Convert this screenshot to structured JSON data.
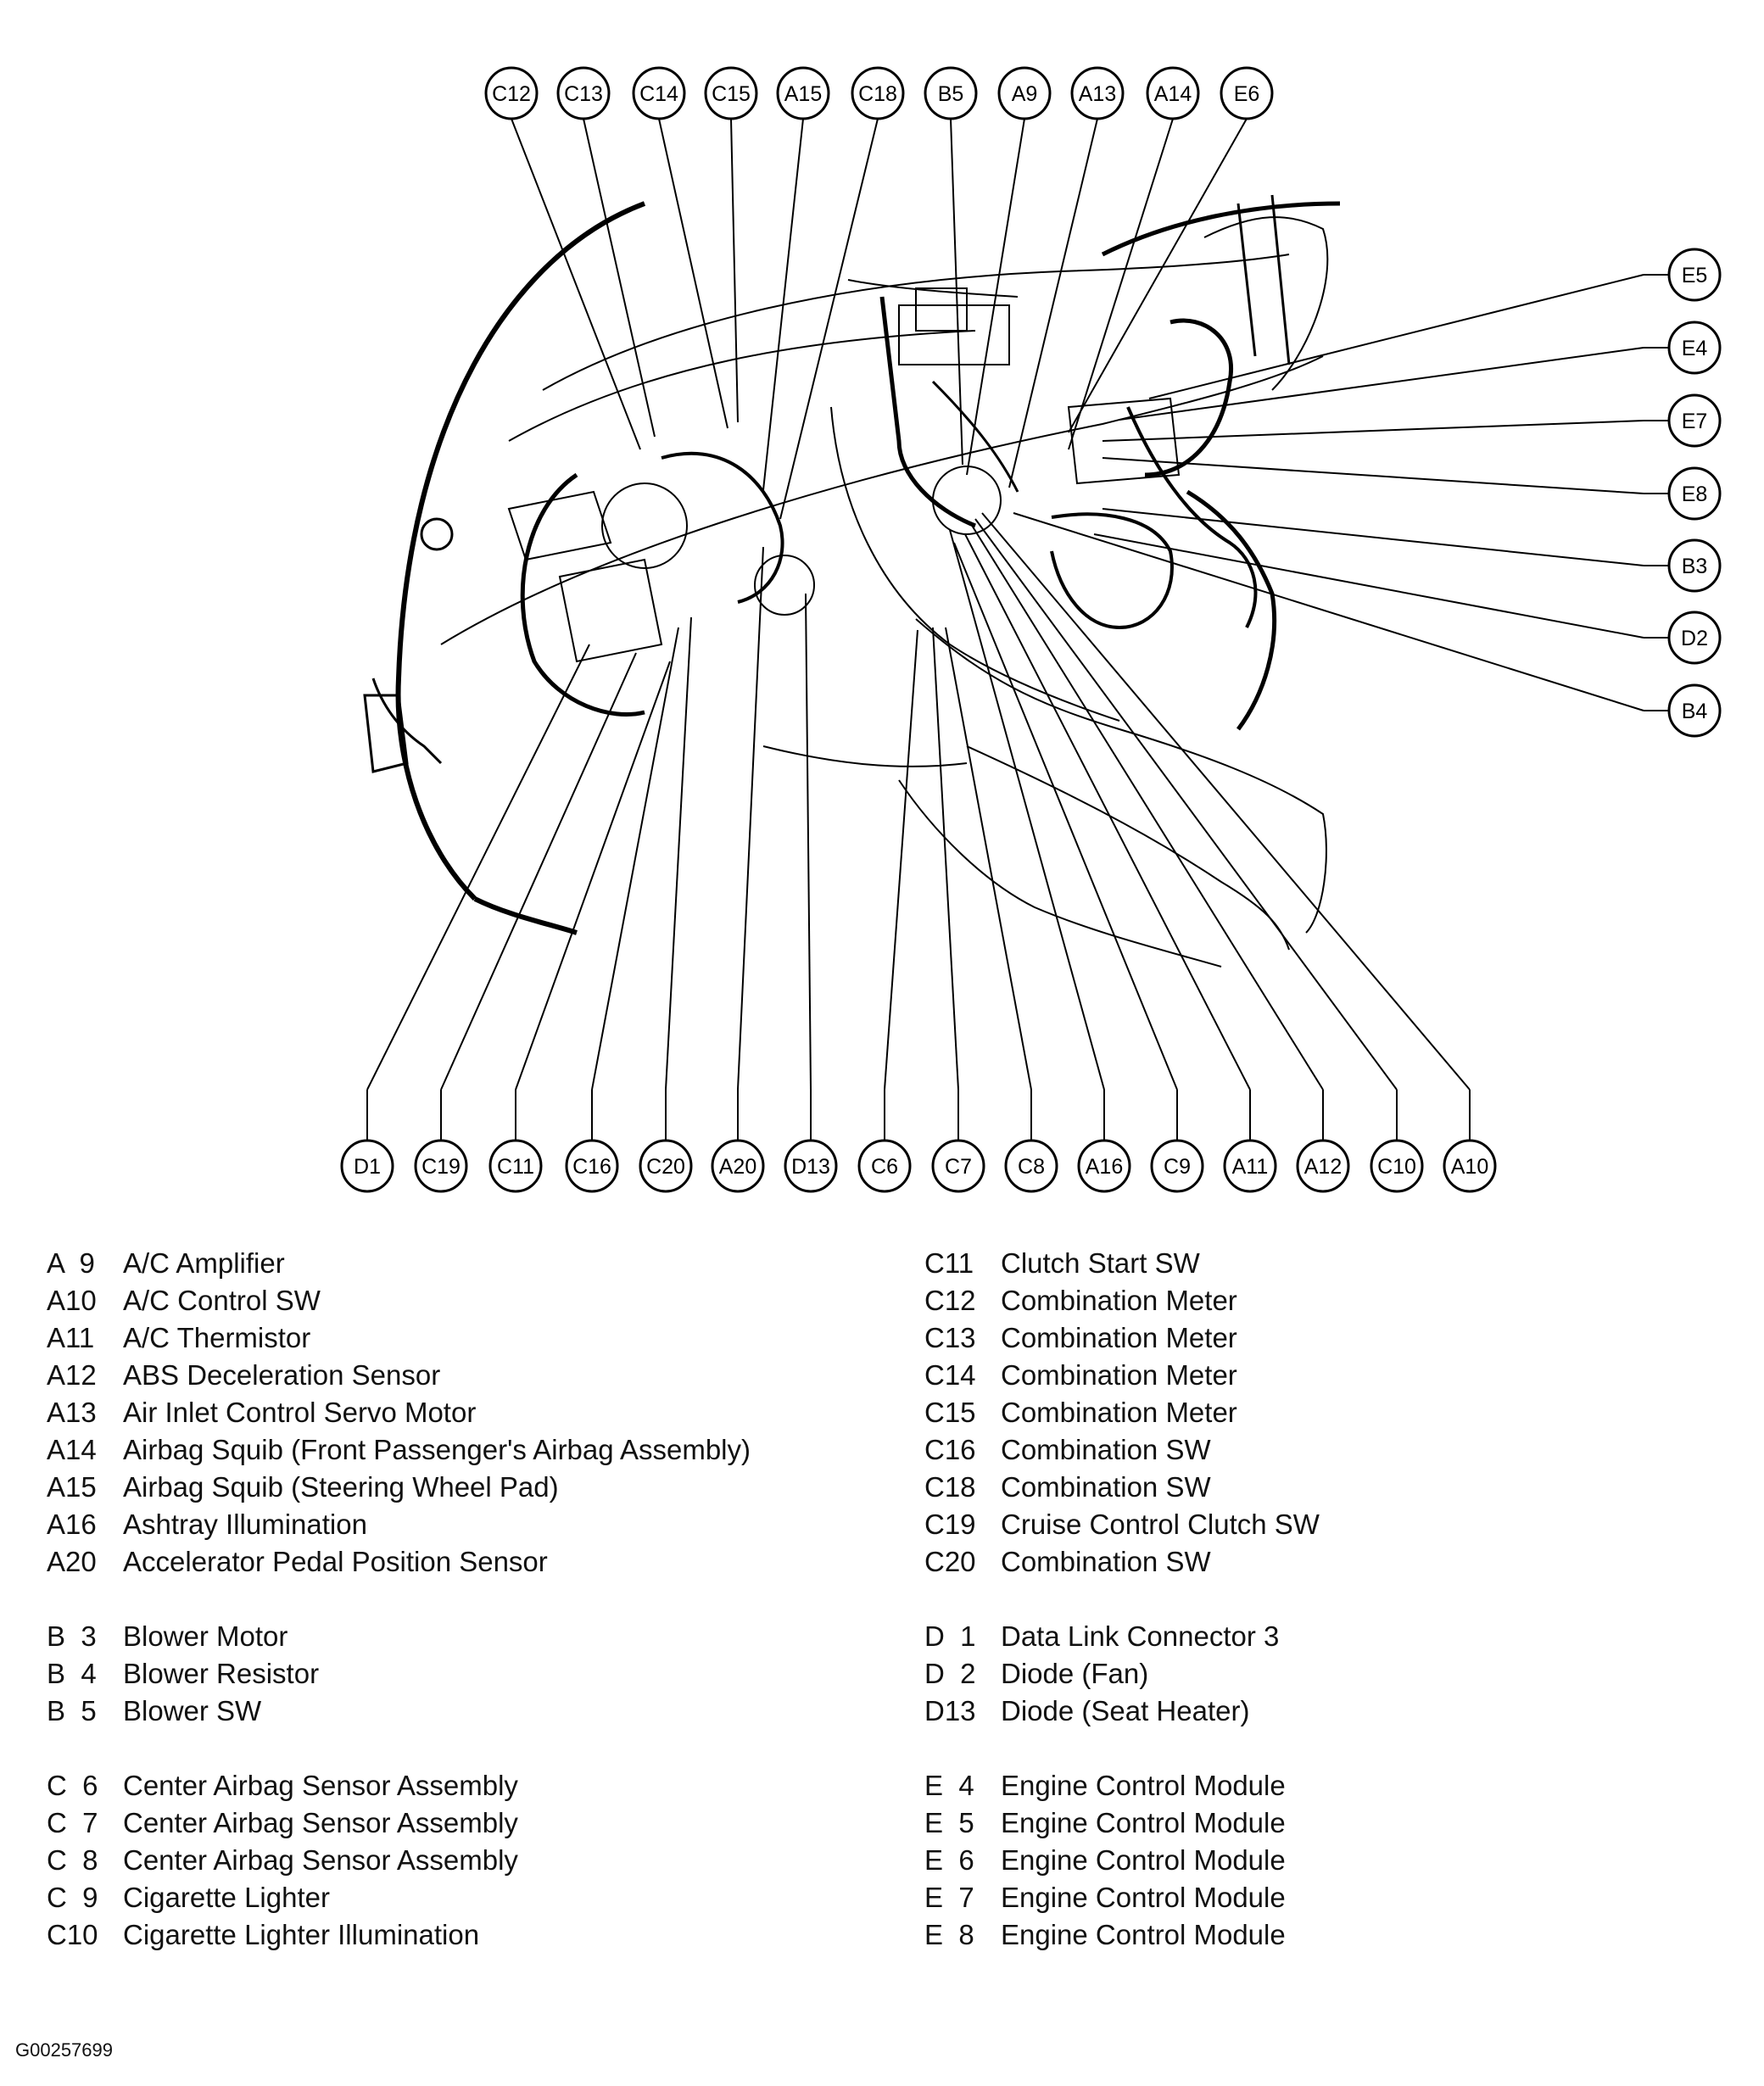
{
  "callouts": {
    "top": [
      "C12",
      "C13",
      "C14",
      "C15",
      "A15",
      "C18",
      "B5",
      "A9",
      "A13",
      "A14",
      "E6"
    ],
    "right": [
      "E5",
      "E4",
      "E7",
      "E8",
      "B3",
      "D2",
      "B4"
    ],
    "bottom": [
      "D1",
      "C19",
      "C11",
      "C16",
      "C20",
      "A20",
      "D13",
      "C6",
      "C7",
      "C8",
      "A16",
      "C9",
      "A11",
      "A12",
      "C10",
      "A10"
    ]
  },
  "legend_left": [
    [
      {
        "code": "A  9",
        "desc": "A/C Amplifier"
      },
      {
        "code": "A10",
        "desc": "A/C Control SW"
      },
      {
        "code": "A11",
        "desc": "A/C Thermistor"
      },
      {
        "code": "A12",
        "desc": "ABS Deceleration Sensor"
      },
      {
        "code": "A13",
        "desc": "Air Inlet Control Servo Motor"
      },
      {
        "code": "A14",
        "desc": "Airbag Squib (Front Passenger's Airbag Assembly)"
      },
      {
        "code": "A15",
        "desc": "Airbag Squib (Steering Wheel Pad)"
      },
      {
        "code": "A16",
        "desc": "Ashtray Illumination"
      },
      {
        "code": "A20",
        "desc": "Accelerator Pedal Position Sensor"
      }
    ],
    [
      {
        "code": "B  3",
        "desc": "Blower Motor"
      },
      {
        "code": "B  4",
        "desc": "Blower Resistor"
      },
      {
        "code": "B  5",
        "desc": "Blower SW"
      }
    ],
    [
      {
        "code": "C  6",
        "desc": "Center Airbag Sensor Assembly"
      },
      {
        "code": "C  7",
        "desc": "Center Airbag Sensor Assembly"
      },
      {
        "code": "C  8",
        "desc": "Center Airbag Sensor Assembly"
      },
      {
        "code": "C  9",
        "desc": "Cigarette Lighter"
      },
      {
        "code": "C10",
        "desc": "Cigarette Lighter Illumination"
      }
    ]
  ],
  "legend_right": [
    [
      {
        "code": "C11",
        "desc": "Clutch Start SW"
      },
      {
        "code": "C12",
        "desc": "Combination Meter"
      },
      {
        "code": "C13",
        "desc": "Combination Meter"
      },
      {
        "code": "C14",
        "desc": "Combination Meter"
      },
      {
        "code": "C15",
        "desc": "Combination Meter"
      },
      {
        "code": "C16",
        "desc": "Combination SW"
      },
      {
        "code": "C18",
        "desc": "Combination SW"
      },
      {
        "code": "C19",
        "desc": "Cruise Control Clutch SW"
      },
      {
        "code": "C20",
        "desc": "Combination SW"
      }
    ],
    [
      {
        "code": "D  1",
        "desc": "Data Link Connector 3"
      },
      {
        "code": "D  2",
        "desc": "Diode (Fan)"
      },
      {
        "code": "D13",
        "desc": "Diode (Seat Heater)"
      }
    ],
    [
      {
        "code": "E  4",
        "desc": "Engine Control Module"
      },
      {
        "code": "E  5",
        "desc": "Engine Control Module"
      },
      {
        "code": "E  6",
        "desc": "Engine Control Module"
      },
      {
        "code": "E  7",
        "desc": "Engine Control Module"
      },
      {
        "code": "E  8",
        "desc": "Engine Control Module"
      }
    ]
  ],
  "footer_code": "G00257699"
}
